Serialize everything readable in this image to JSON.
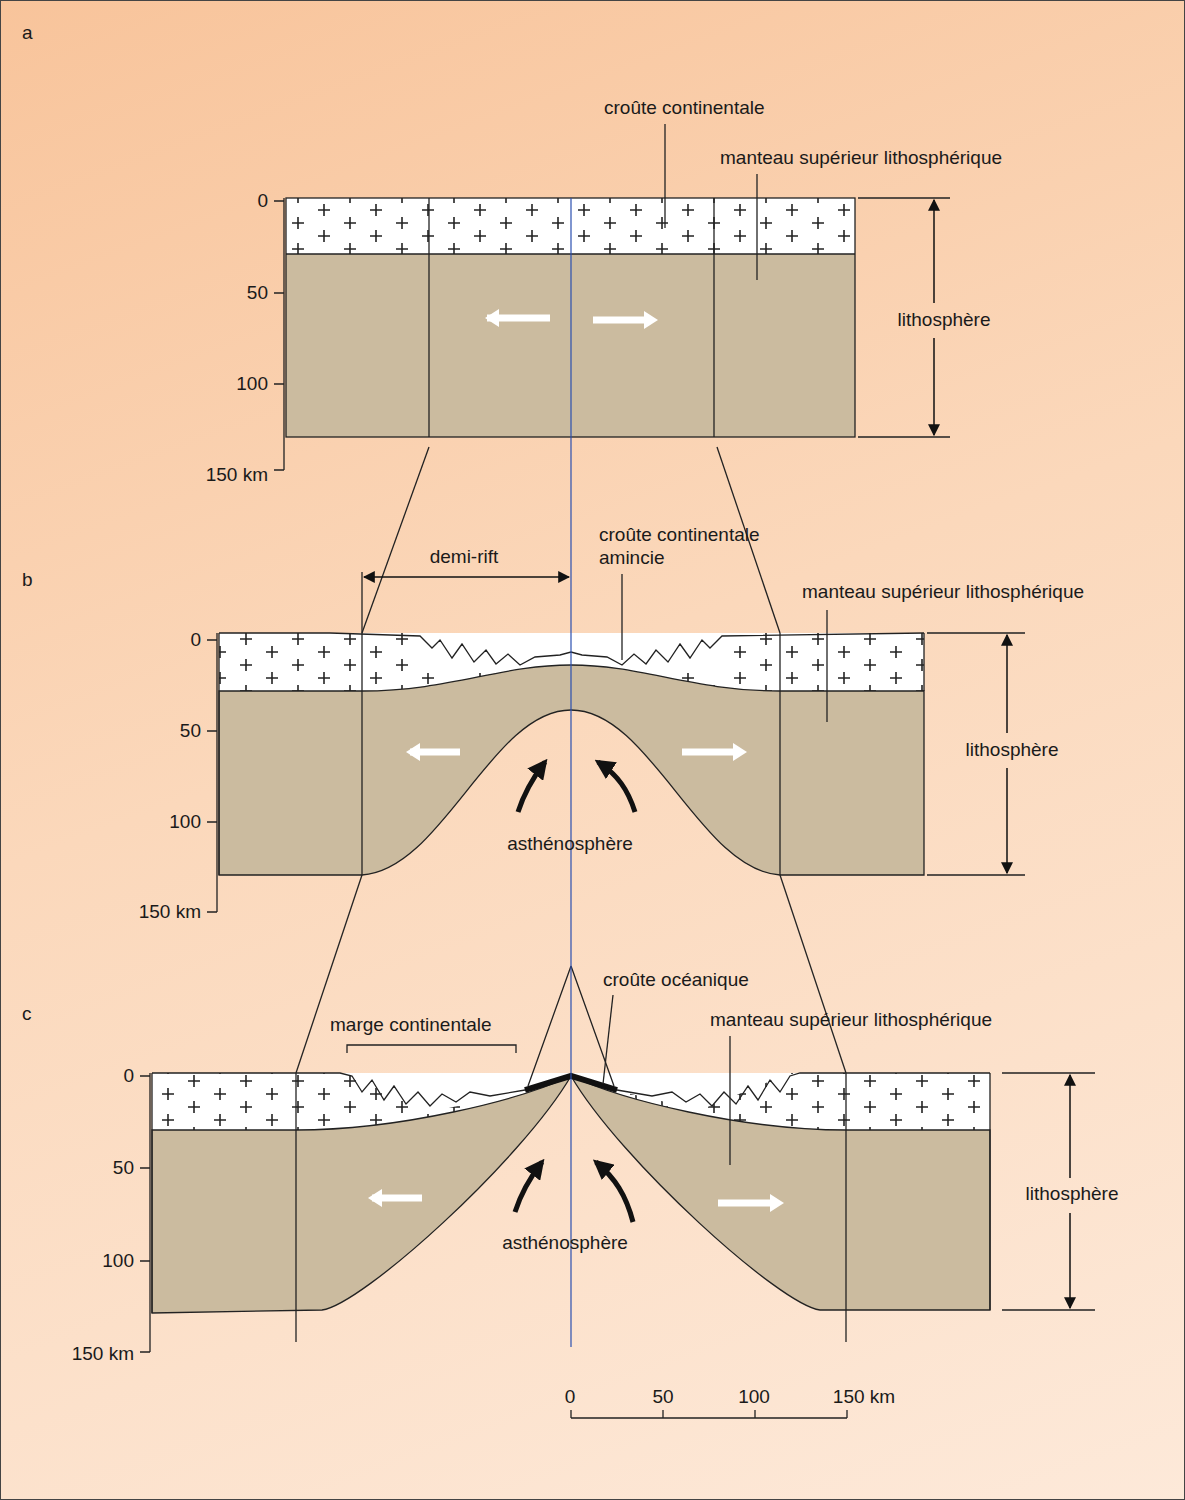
{
  "diagram": {
    "labels": [
      "a",
      "croûte continentale",
      "manteau supérieur lithosphérique",
      "0",
      "50",
      "100",
      "150 km",
      "lithosphère",
      "b",
      "demi-rift",
      "croûte continentale amincie",
      "manteau supérieur lithosphérique",
      "0",
      "50",
      "100",
      "150 km",
      "lithosphère",
      "asthénosphère",
      "c",
      "croûte océanique",
      "marge continentale",
      "manteau supérieur lithosphérique",
      "0",
      "50",
      "100",
      "150 km",
      "lithosphère",
      "asthénosphère",
      "0",
      "50",
      "100",
      "150 km"
    ]
  }
}
